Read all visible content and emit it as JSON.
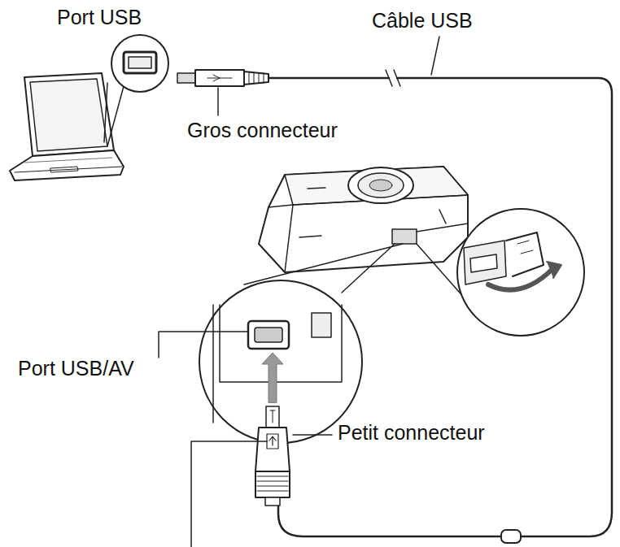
{
  "diagram": {
    "labels": [
      "Port USB",
      "Câble USB",
      "Gros connecteur",
      "Port USB/AV",
      "Petit connecteur"
    ]
  }
}
